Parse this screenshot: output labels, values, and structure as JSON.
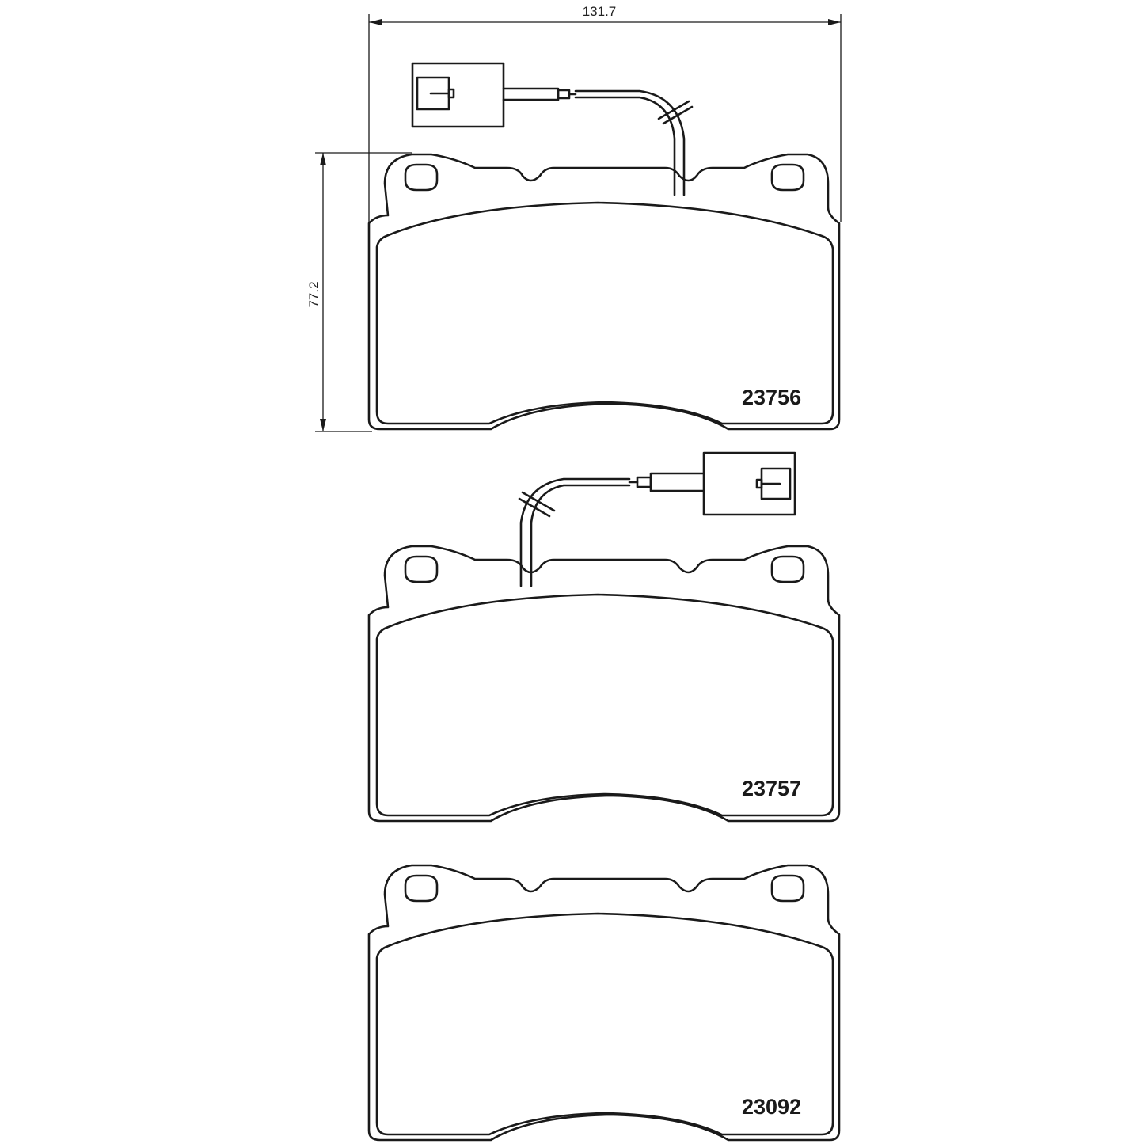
{
  "dimensions": {
    "width": "131.7",
    "height": "77.2"
  },
  "parts": [
    {
      "number": "23756",
      "has_wear_sensor": true,
      "sensor_side": "right"
    },
    {
      "number": "23757",
      "has_wear_sensor": true,
      "sensor_side": "left"
    },
    {
      "number": "23092",
      "has_wear_sensor": false,
      "sensor_side": ""
    }
  ],
  "colors": {
    "line": "#1a1a1a",
    "background": "#ffffff"
  }
}
